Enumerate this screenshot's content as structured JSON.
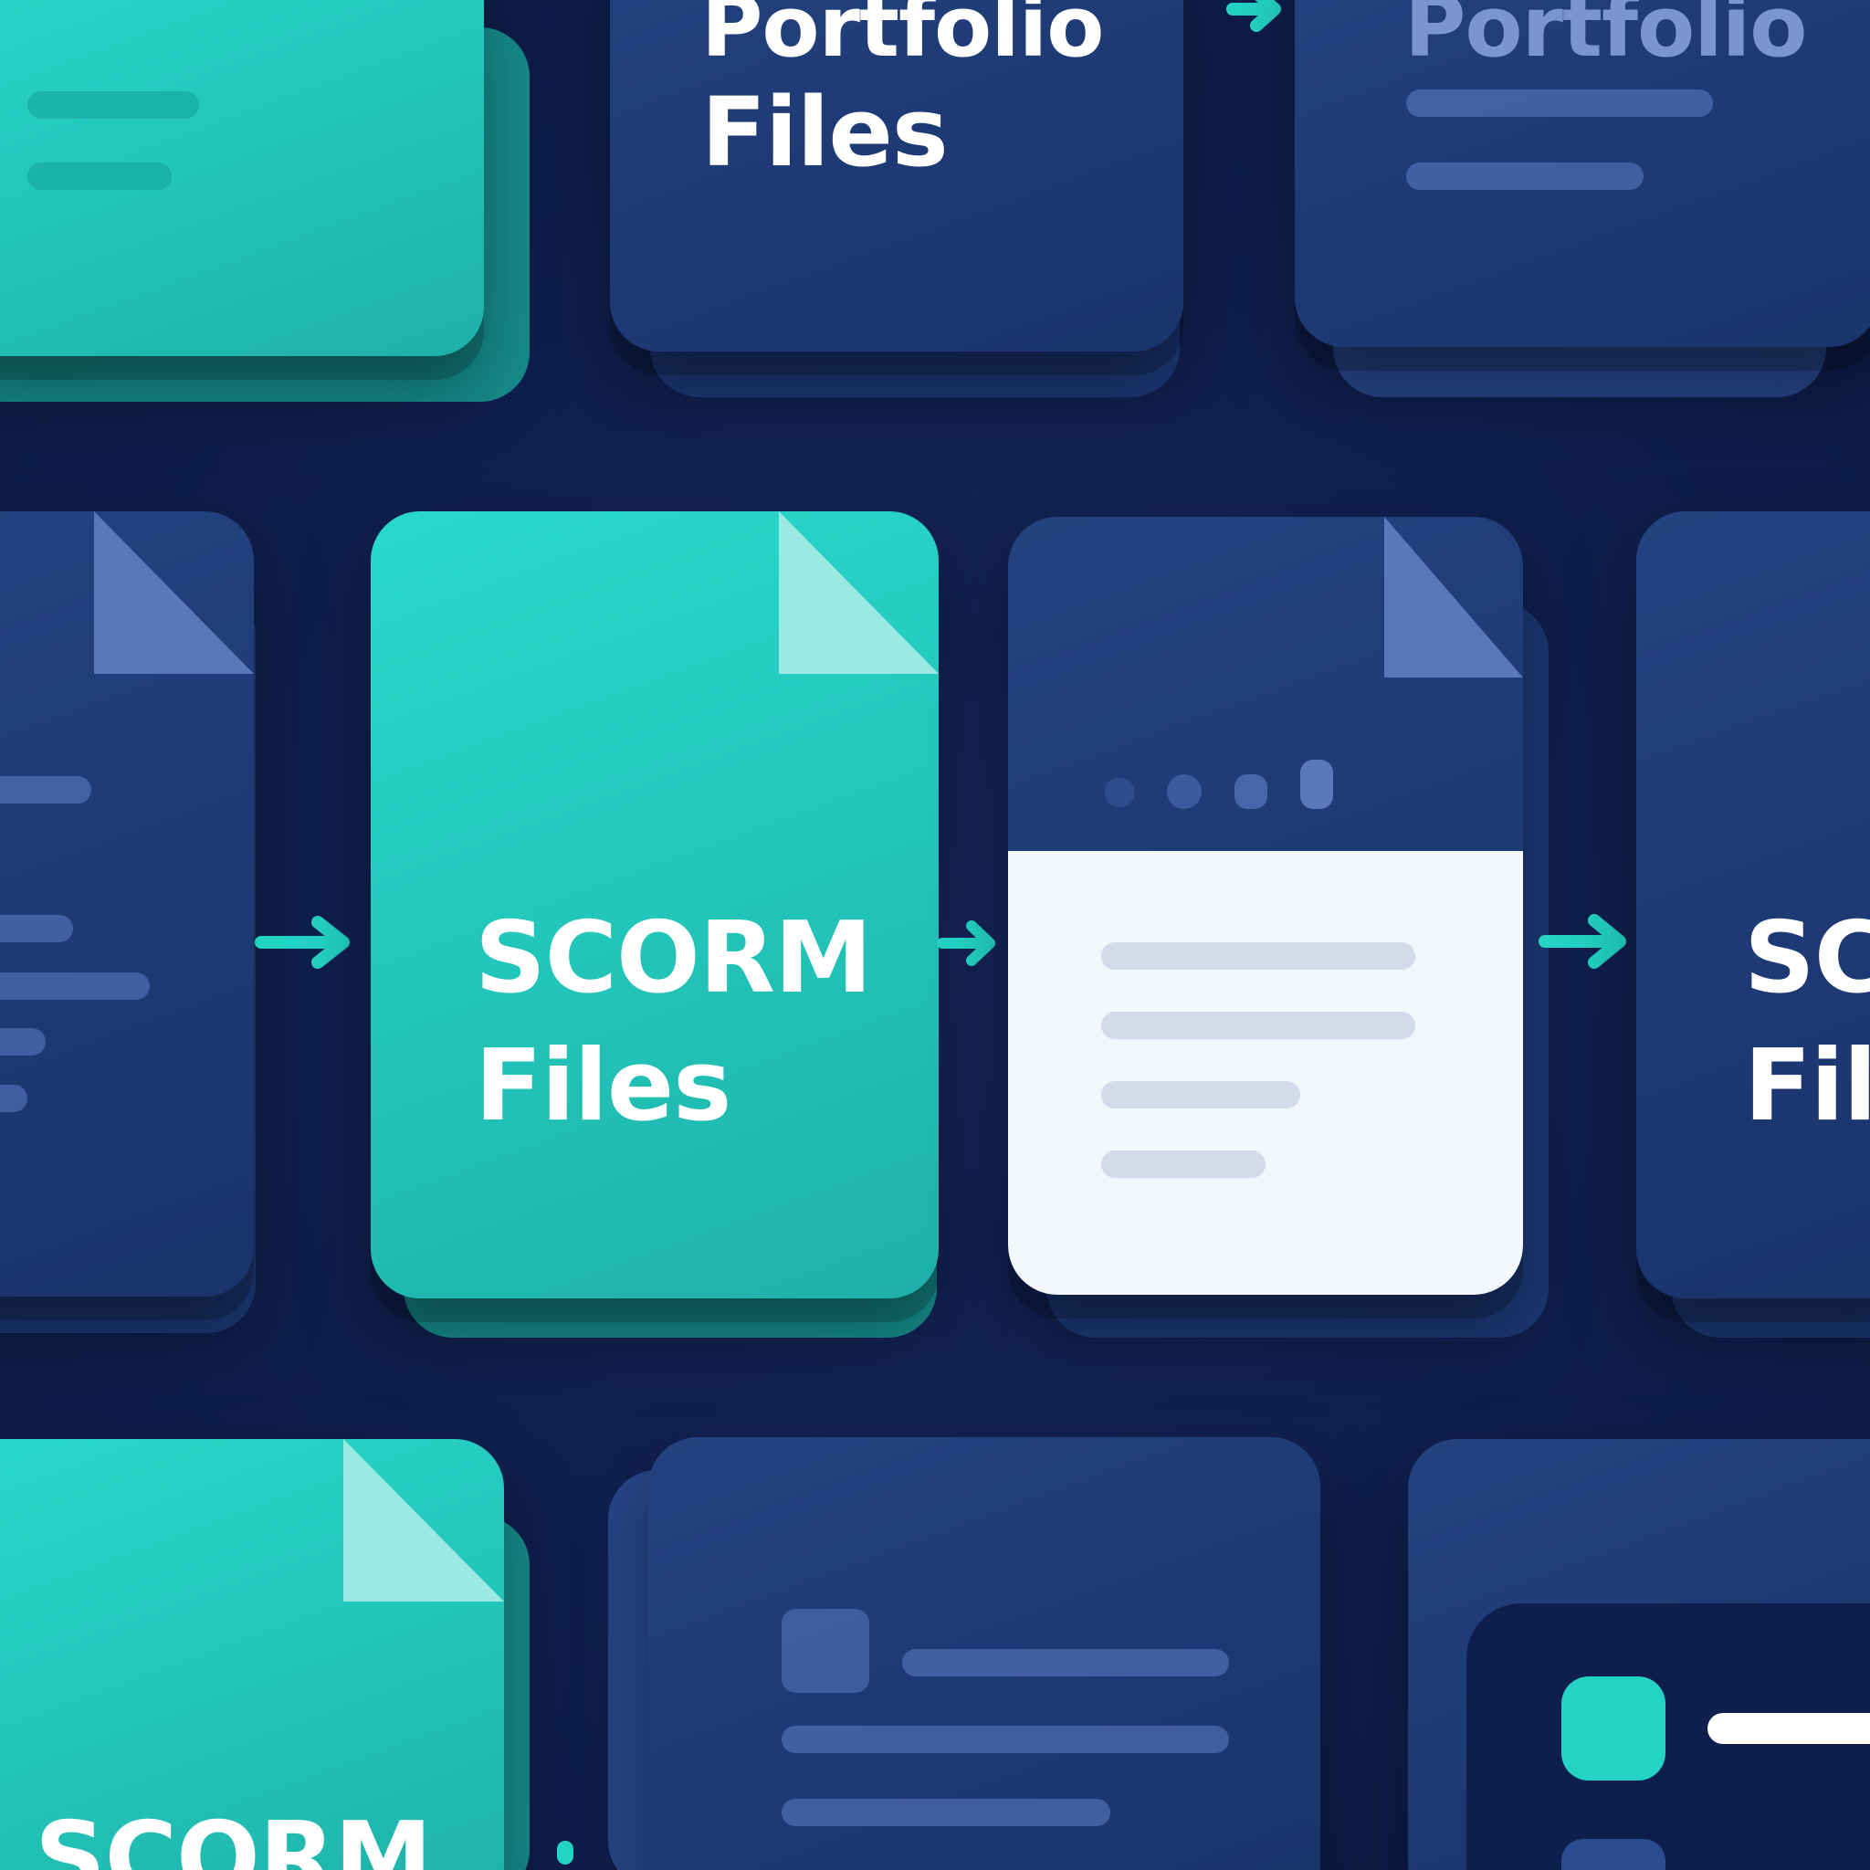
{
  "cards": {
    "top_center": {
      "title_line1": "Portfolio",
      "title_line2": "Files"
    },
    "top_right": {
      "title_line1": "Portfolio"
    },
    "middle_center": {
      "title_line1": "SCORM",
      "title_line2": "Files"
    },
    "middle_right": {
      "title_line1": "SCORM",
      "title_line2": "Files"
    },
    "bottom_left": {
      "title_line1": "SCORM"
    }
  },
  "colors": {
    "background": "#0f1f4d",
    "teal": "#22c4b9",
    "navy": "#1d3873",
    "accent_arrow": "#23d3c4",
    "document_white": "#f3f6fb"
  },
  "icons": {
    "flow_arrow": "arrow-right-icon",
    "page_fold": "folded-corner-icon"
  }
}
